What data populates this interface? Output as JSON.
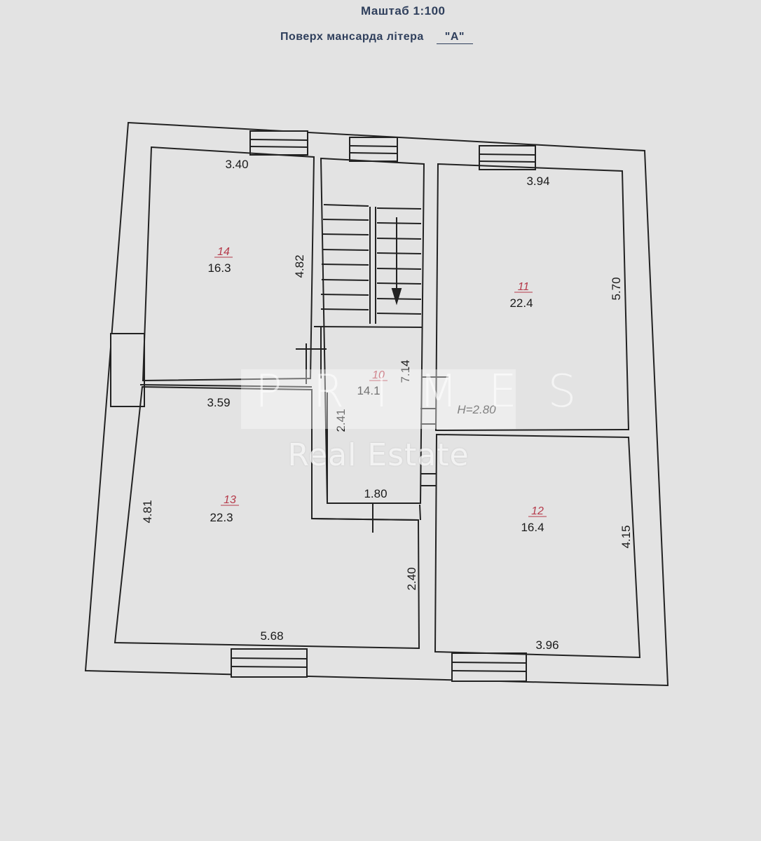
{
  "header": {
    "scale": "Маштаб 1:100",
    "floor": "Поверх мансарда літера",
    "letter": "\"А\""
  },
  "colors": {
    "line": "#222222",
    "text": "#1a1a1a",
    "room_number": "#b53a4a",
    "header": "#2f3f5c",
    "paper": "#e3e3e3"
  },
  "rooms": [
    {
      "id": "room-14",
      "number": "14",
      "area": "16.3",
      "width": "3.40",
      "length": "4.82"
    },
    {
      "id": "room-11",
      "number": "11",
      "area": "22.4",
      "width": "3.94",
      "length": "5.70"
    },
    {
      "id": "room-10",
      "number": "10",
      "area": "14.1",
      "length": "7.14",
      "width_lower": "2.41",
      "depth": "1.80",
      "height": "H=2.80"
    },
    {
      "id": "room-13",
      "number": "13",
      "area": "22.3",
      "width_top": "3.59",
      "width_bottom": "5.68",
      "length": "4.81",
      "offset": "2.40"
    },
    {
      "id": "room-12",
      "number": "12",
      "area": "16.4",
      "width": "3.96",
      "length": "4.15"
    }
  ],
  "watermark": {
    "letters": "PRIMES",
    "subtitle": "Real Estate"
  }
}
